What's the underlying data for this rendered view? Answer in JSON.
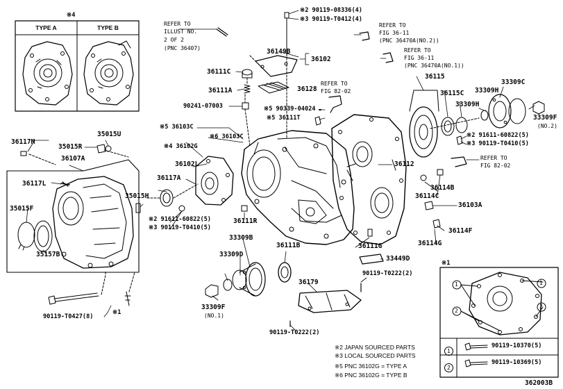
{
  "diagram": {
    "figure_code": "362003B",
    "inset_type_panel": {
      "marker": "※4",
      "type_a": "TYPE A",
      "type_b": "TYPE B"
    },
    "inset_bolt_panel": {
      "marker": "※1",
      "callout_1": "1",
      "callout_2": "2",
      "legend": [
        {
          "num": "1",
          "part": "90119-10370(5)"
        },
        {
          "num": "2",
          "part": "90119-10369(5)"
        }
      ]
    },
    "refs": {
      "illust": [
        "REFER TO",
        "ILLUST NO.",
        "2 OF 2",
        "(PNC 36407)"
      ],
      "fig36_2": [
        "REFER TO",
        "FIG 36-11",
        "(PNC 36470A(NO.2))"
      ],
      "fig36_1": [
        "REFER TO",
        "FIG 36-11",
        "(PNC 36470A(NO.1))"
      ],
      "fig82_a": [
        "REFER TO",
        "FIG 82-02"
      ],
      "fig82_b": [
        "REFER TO",
        "FIG 82-02"
      ]
    },
    "labels": {
      "top_bolt_2": "※2 90119-08336(4)",
      "top_bolt_3": "※3 90119-T0412(4)",
      "p36149B": "36149B",
      "p36102": "36102",
      "p36111C": "36111C",
      "p36111A": "36111A",
      "p36128": "36128",
      "p90241": "90241-07003",
      "p90339": "※5 90339-04024",
      "p36111T": "※5 36111T",
      "p36103C_5": "※5 36103C",
      "p36103C_6": "※6 36103C",
      "p36102G": "※4 36102G",
      "p36102L": "36102L",
      "p36117A": "36117A",
      "p36117M": "36117M",
      "p35015R": "35015R",
      "p35015U": "35015U",
      "p36107A": "36107A",
      "p36117L": "36117L",
      "p35015H": "35015H",
      "p35015F": "35015F",
      "p35157B": "35157B",
      "bolt_mid_2": "※2 91611-60822(5)",
      "bolt_mid_3": "※3 90119-T0410(5)",
      "p36111R": "36111R",
      "p36115": "36115",
      "p36115C": "36115C",
      "p33309H_a": "33309H",
      "p33309C": "33309C",
      "p33309H_b": "33309H",
      "p33309F_no2": "33309F",
      "no2": "(NO.2)",
      "bolt_right_2": "※2 91611-60822(5)",
      "bolt_right_3": "※3 90119-T0410(5)",
      "p36112": "36112",
      "p36114B": "36114B",
      "p36114C": "36114C",
      "p36103A": "36103A",
      "p36114F": "36114F",
      "p36114G": "36114G",
      "p36111G": "36111G",
      "p33449D": "33449D",
      "p33309B": "33309B",
      "p33309D": "33309D",
      "p36111B": "36111B",
      "p36179": "36179",
      "p90119_T0222_a": "90119-T0222(2)",
      "p90119_T0222_b": "90119-T0222(2)",
      "p33309F_no1": "33309F",
      "no1": "(NO.1)",
      "p90119_T0427": "90119-T0427(8)",
      "star1": "※1"
    },
    "notes": [
      "※2 JAPAN SOURCED PARTS",
      "※3 LOCAL SOURCED PARTS",
      "※5 PNC 36102G = TYPE A",
      "※6 PNC 36102G = TYPE B"
    ]
  }
}
